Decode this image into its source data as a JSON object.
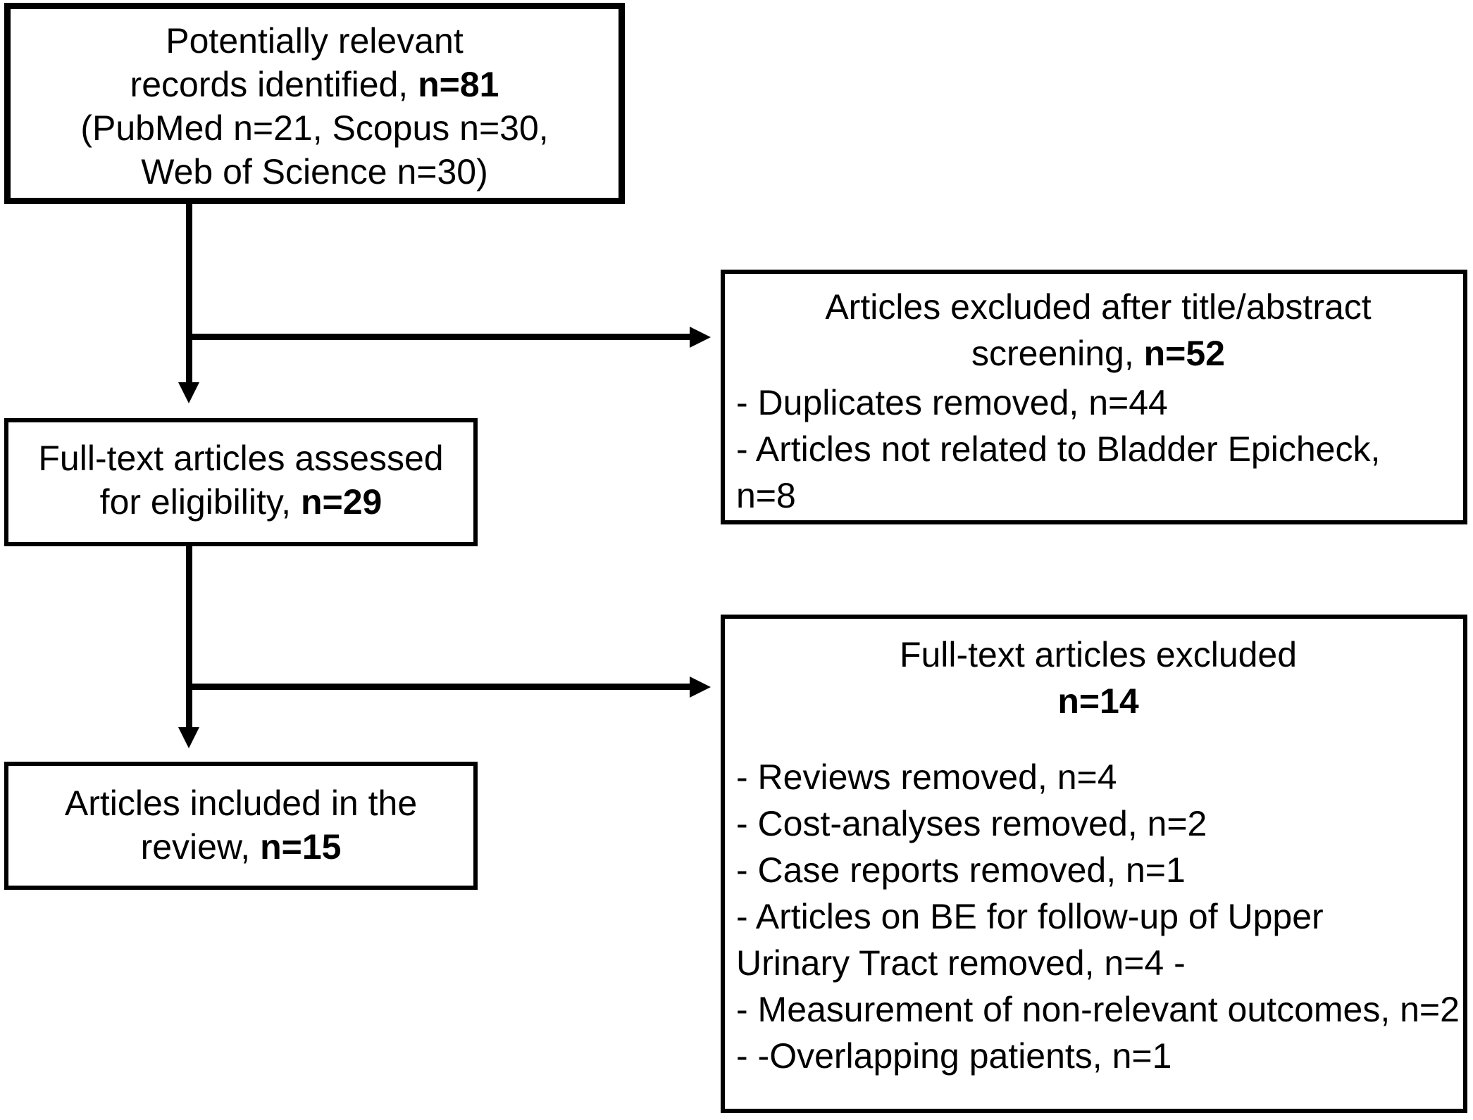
{
  "boxes": {
    "records": {
      "line1": "Potentially relevant",
      "line2_pre": "records identified, ",
      "line2_bold": "n=81",
      "line3": "(PubMed n=21, Scopus n=30,",
      "line4": "Web of Science n=30)"
    },
    "fulltext_assessed": {
      "line1": "Full-text articles assessed",
      "line2_pre": "for eligibility, ",
      "line2_bold": "n=29"
    },
    "included": {
      "line1": "Articles included in the",
      "line2_pre": "review, ",
      "line2_bold": "n=15"
    },
    "excluded_screening": {
      "header_line1": "Articles excluded after title/abstract",
      "header_line2_pre": "screening, ",
      "header_line2_bold": "n=52",
      "lines": [
        "- Duplicates removed, n=44",
        "- Articles not related to Bladder Epicheck,",
        "n=8"
      ]
    },
    "excluded_fulltext": {
      "header_line1": "Full-text articles excluded",
      "header_bold": "n=14",
      "lines": [
        "- Reviews removed, n=4",
        "- Cost-analyses removed, n=2",
        "- Case reports removed, n=1",
        "- Articles on BE for follow-up of Upper",
        "Urinary Tract removed,  n=4 -",
        "- Measurement of non-relevant outcomes, n=2",
        "- -Overlapping patients, n=1"
      ]
    }
  },
  "colors": {
    "line": "#000000",
    "background": "#ffffff",
    "text": "#000000"
  }
}
